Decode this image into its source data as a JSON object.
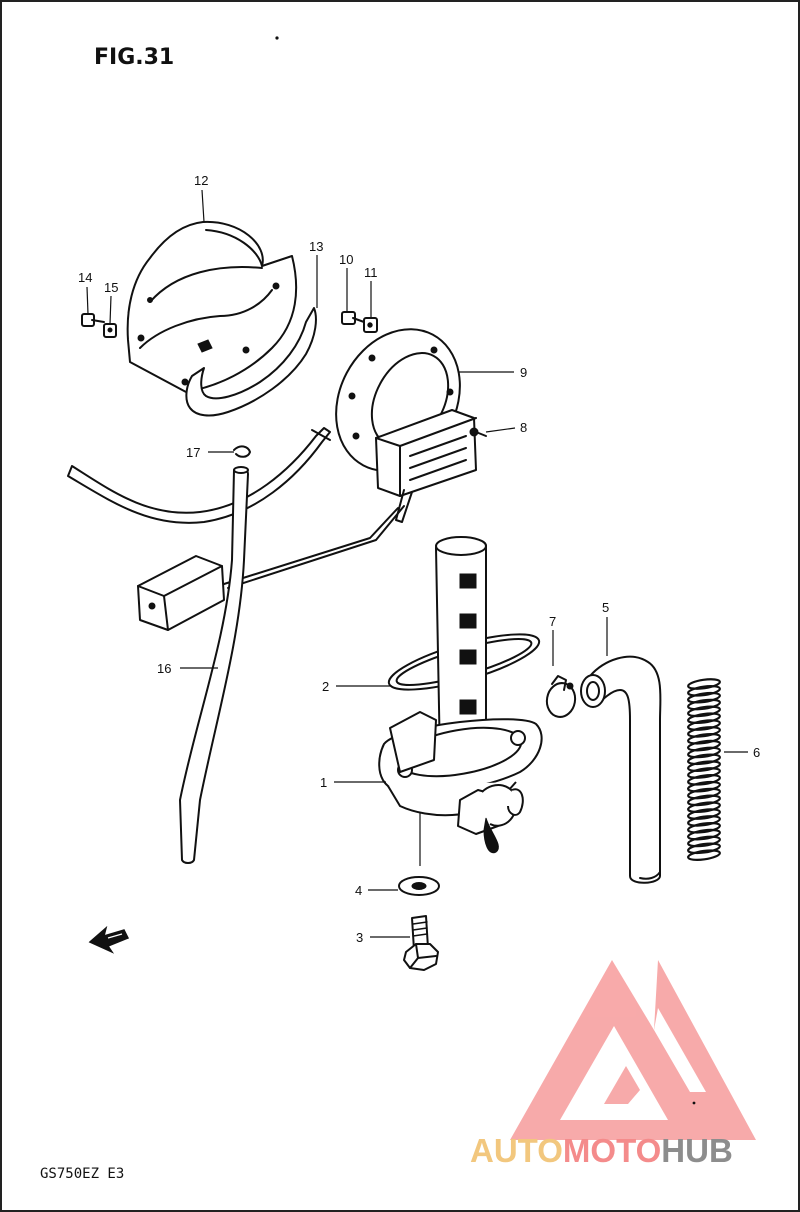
{
  "figure": {
    "title": "FIG.31",
    "model_code": "GS750EZ E3"
  },
  "callouts": {
    "c1": "1",
    "c2": "2",
    "c3": "3",
    "c4": "4",
    "c5": "5",
    "c6": "6",
    "c7": "7",
    "c8": "8",
    "c9": "9",
    "c10": "10",
    "c11": "11",
    "c12": "12",
    "c13": "13",
    "c14": "14",
    "c15": "15",
    "c16": "16",
    "c17": "17"
  },
  "watermark": {
    "part_auto": "AUTO",
    "part_moto": "MOTO",
    "part_hub": "HUB",
    "colors": {
      "auto": "#f2c77e",
      "moto": "#f48b8b",
      "hub": "#8d8d8d",
      "logo": "#f7a3a3"
    }
  },
  "icons": {
    "direction_arrow": "front-direction-arrow-icon",
    "logo": "triangle-logo-icon"
  }
}
